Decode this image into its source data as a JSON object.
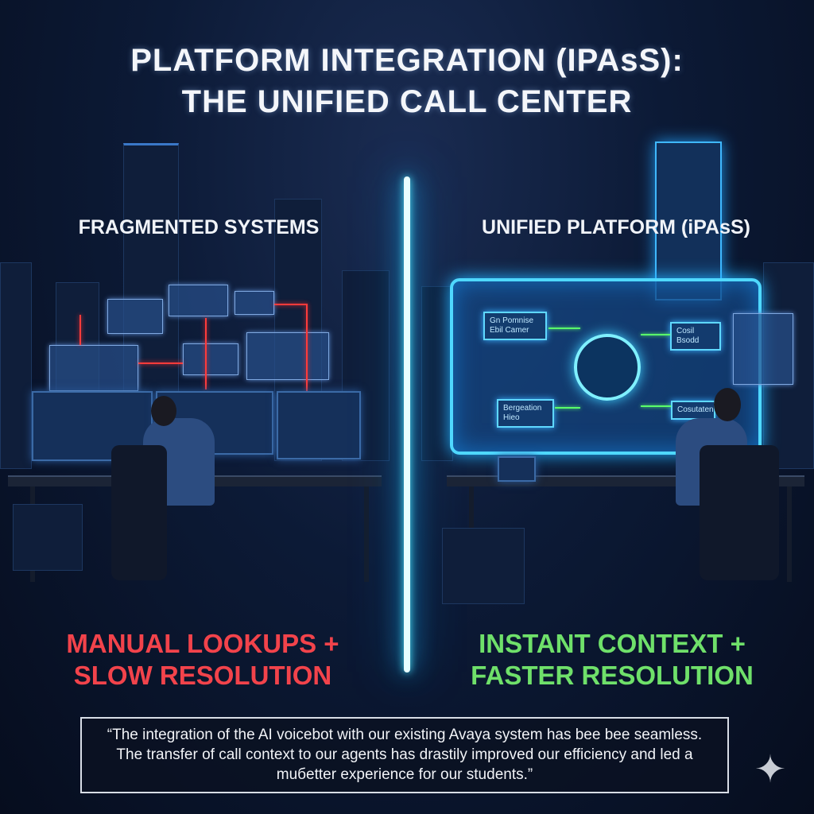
{
  "title": {
    "line1": "PLATFORM INTEGRATION (IPAsS):",
    "line2": "THE UNIFIED CALL CENTER"
  },
  "left": {
    "heading": "FRAGMENTED SYSTEMS",
    "outcome_line1": "MANUAL LOOKUPS +",
    "outcome_line2": "SLOW RESOLUTION",
    "outcome_color": "#f2434b"
  },
  "right": {
    "heading": "UNIFIED PLATFORM (iPAsS)",
    "outcome_line1": "INSTANT CONTEXT +",
    "outcome_line2": "FASTER RESOLUTION",
    "outcome_color": "#6fe06a",
    "screen_nodes": [
      {
        "line1": "Gn Pomnise",
        "line2": "Ebil Camer"
      },
      {
        "line1": "Cosil Bsodd",
        "line2": ""
      },
      {
        "line1": "Bergeation",
        "line2": "Hieo"
      },
      {
        "line1": "Cosutaten",
        "line2": ""
      }
    ]
  },
  "quote": "“The integration of the AI voicebot with our existing Avaya system  has bee bee seamless. The transfer of call context to our agents has drastily improved our efficiency and led a muбetter experience for our students.”",
  "icons": {
    "corner": "sparkle-icon"
  }
}
